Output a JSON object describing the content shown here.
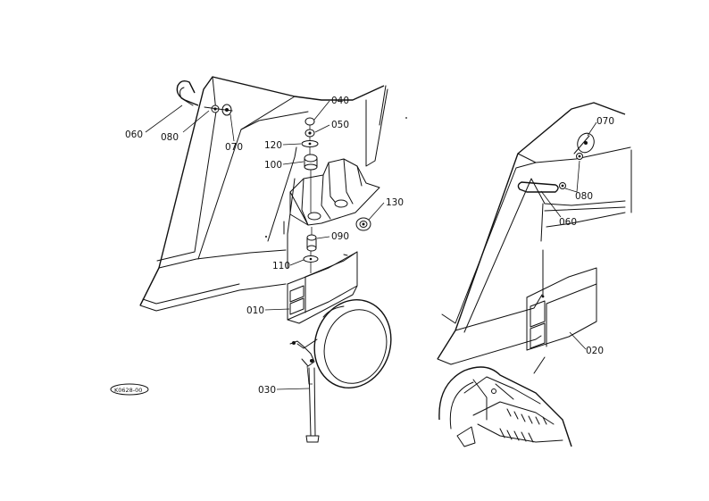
{
  "labels": {
    "left_060": "060",
    "left_080": "080",
    "left_070": "070",
    "p040": "040",
    "p050": "050",
    "p120": "120",
    "p100": "100",
    "p130": "130",
    "p090": "090",
    "p110": "110",
    "p010": "010",
    "p030": "030",
    "right_070": "070",
    "right_080": "080",
    "right_060": "060",
    "p020": "020"
  },
  "drawing_code": "K0628-00"
}
